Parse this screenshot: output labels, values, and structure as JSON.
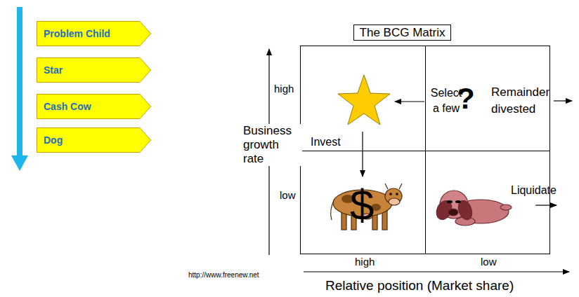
{
  "diagram": {
    "title": "The BCG Matrix",
    "nodes": [
      {
        "text": [
          "Problem Child"
        ]
      },
      {
        "text": [
          "Star"
        ]
      },
      {
        "text": [
          "Cash Cow"
        ]
      },
      {
        "text": [
          "Dog"
        ]
      }
    ],
    "labels": [
      "high",
      "low",
      "Business growth rate",
      "Invest",
      "Select a few",
      "?",
      "Remainder divested",
      "$",
      "Liquidate",
      "high",
      "low",
      "Relative position (Market share)",
      "http://www.freenew.net"
    ]
  }
}
